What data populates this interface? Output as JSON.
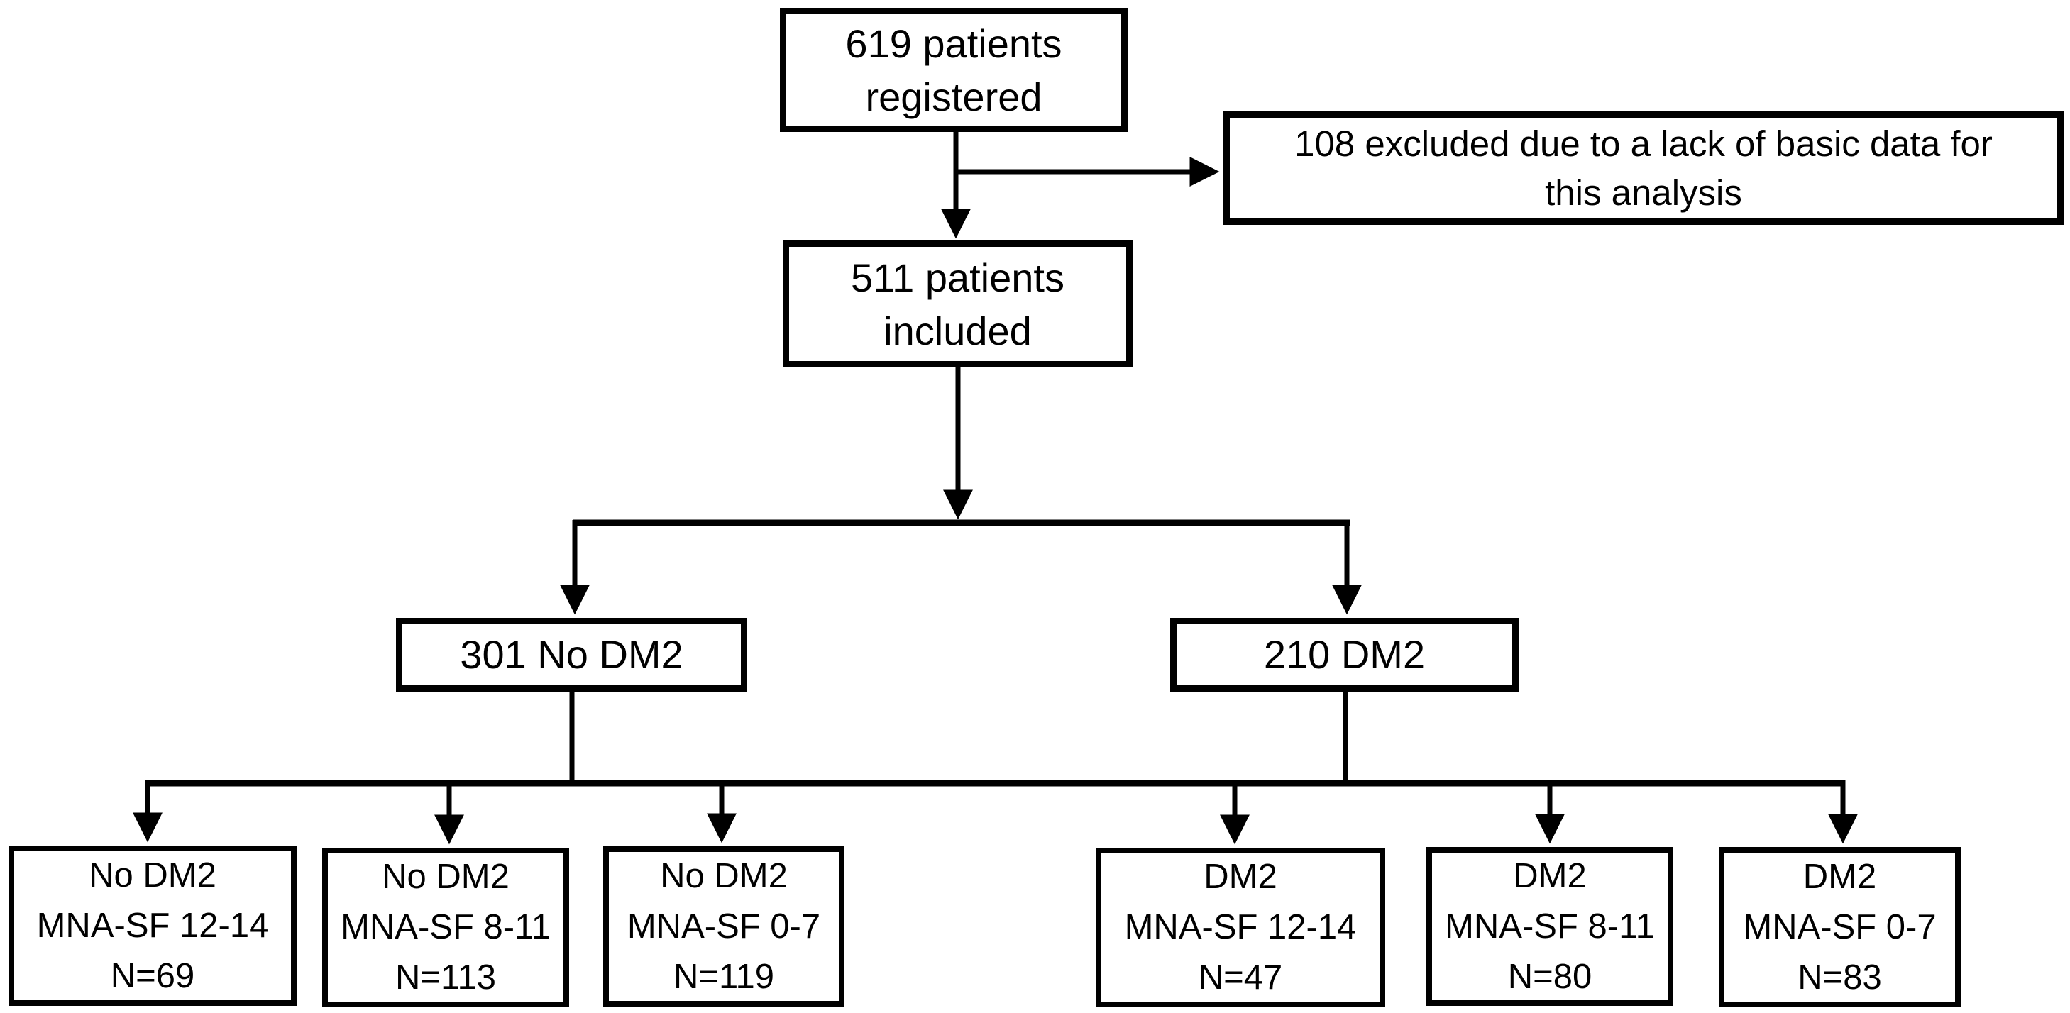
{
  "colors": {
    "background": "#ffffff",
    "line": "#000000",
    "text": "#000000"
  },
  "flowchart": {
    "registered": {
      "line1": "619 patients",
      "line2": "registered"
    },
    "excluded": {
      "line1": "108 excluded due to a lack of basic data for",
      "line2": "this analysis"
    },
    "included": {
      "line1": "511 patients",
      "line2": "included"
    },
    "no_dm2": {
      "label": "301 No DM2"
    },
    "dm2": {
      "label": "210 DM2"
    },
    "subgroups": [
      {
        "line1": "No DM2",
        "line2": "MNA-SF 12-14",
        "line3": "N=69"
      },
      {
        "line1": "No DM2",
        "line2": "MNA-SF 8-11",
        "line3": "N=113"
      },
      {
        "line1": "No DM2",
        "line2": "MNA-SF 0-7",
        "line3": "N=119"
      },
      {
        "line1": "DM2",
        "line2": "MNA-SF 12-14",
        "line3": "N=47"
      },
      {
        "line1": "DM2",
        "line2": "MNA-SF 8-11",
        "line3": "N=80"
      },
      {
        "line1": "DM2",
        "line2": "MNA-SF 0-7",
        "line3": "N=83"
      }
    ]
  }
}
